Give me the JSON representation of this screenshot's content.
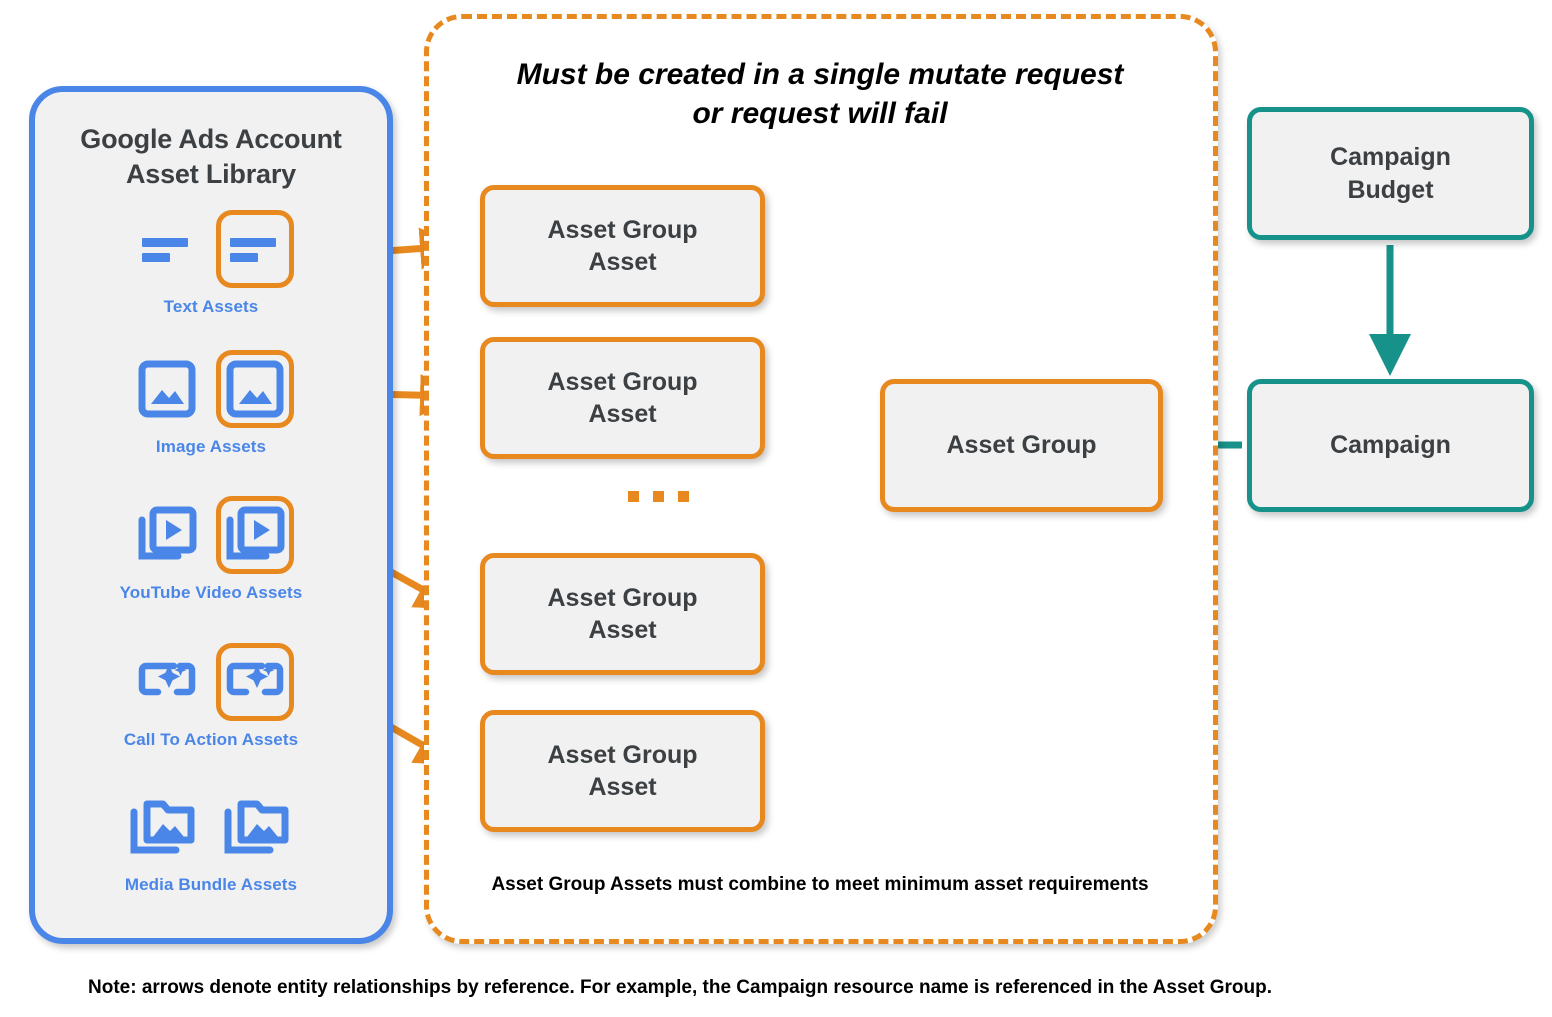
{
  "library": {
    "title": "Google Ads Account\nAsset Library",
    "title_line1": "Google Ads Account",
    "title_line2": "Asset Library",
    "border_color": "#4a86e8",
    "assets": [
      {
        "caption": "Text Assets",
        "icon": "text-asset-icon",
        "highlighted": true
      },
      {
        "caption": "Image Assets",
        "icon": "image-asset-icon",
        "highlighted": true
      },
      {
        "caption": "YouTube Video  Assets",
        "icon": "video-asset-icon",
        "highlighted": true
      },
      {
        "caption": "Call To Action Assets",
        "icon": "call-to-action-asset-icon",
        "highlighted": true
      },
      {
        "caption": "Media Bundle  Assets",
        "icon": "media-bundle-asset-icon",
        "highlighted": false
      }
    ]
  },
  "mutate_group": {
    "headline_line1": "Must be created in a single mutate request",
    "headline_line2": "or request will fail",
    "footnote": "Asset Group Assets must combine to meet minimum asset requirements",
    "border_color": "#e8891f",
    "asset_group_assets": [
      {
        "label": "Asset Group\nAsset",
        "line1": "Asset Group",
        "line2": "Asset"
      },
      {
        "label": "Asset Group\nAsset",
        "line1": "Asset Group",
        "line2": "Asset"
      },
      {
        "label": "Asset Group\nAsset",
        "line1": "Asset Group",
        "line2": "Asset"
      },
      {
        "label": "Asset Group\nAsset",
        "line1": "Asset Group",
        "line2": "Asset"
      }
    ],
    "ellipsis": "..."
  },
  "nodes": {
    "asset_group": {
      "label": "Asset Group",
      "color": "#e8891f"
    },
    "campaign_budget_line1": "Campaign",
    "campaign_budget_line2": "Budget",
    "campaign": {
      "label": "Campaign",
      "color": "#17928a"
    }
  },
  "footer": {
    "note": "Note: arrows denote entity relationships by reference. For example, the Campaign resource name is referenced in the Asset Group."
  },
  "colors": {
    "orange": "#e8891f",
    "teal": "#17928a",
    "blue": "#4a86e8",
    "panel_fill": "#f1f1f1",
    "text_dark": "#3c4043"
  }
}
